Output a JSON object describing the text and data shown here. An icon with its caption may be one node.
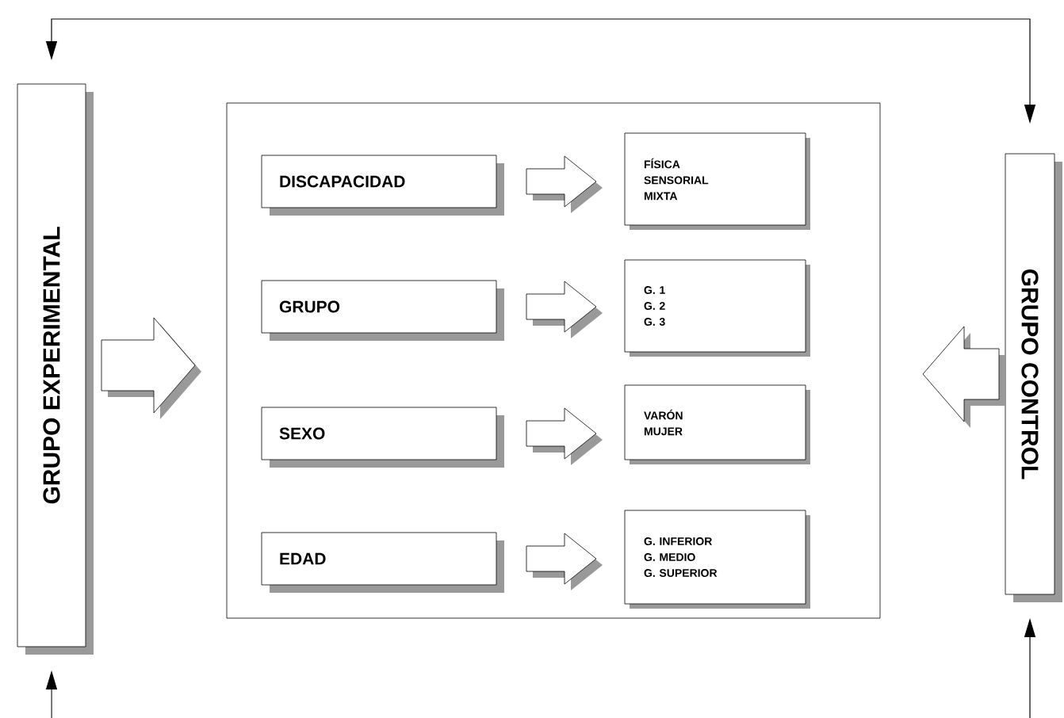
{
  "diagram": {
    "nodes": [
      {
        "text": [
          "GRUPO EXPERIMENTAL"
        ]
      },
      {
        "text": [],
        "shape": "box"
      },
      {
        "text": [
          "DISCAPACIDAD"
        ],
        "in": 1
      },
      {
        "text": [
          "FÍSICA",
          "SENSORIAL",
          "MIXTA"
        ],
        "in": 1
      },
      {
        "text": [
          "GRUPO"
        ],
        "in": 1
      },
      {
        "text": [
          "G. 1",
          "G. 2",
          "G. 3"
        ],
        "in": 1
      },
      {
        "text": [
          "SEXO"
        ],
        "in": 1
      },
      {
        "text": [
          "VARÓN",
          "MUJER"
        ],
        "in": 1
      },
      {
        "text": [
          "EDAD"
        ],
        "in": 1
      },
      {
        "text": [
          "G. INFERIOR",
          "G. MEDIO",
          "G. SUPERIOR"
        ],
        "in": 1
      },
      {
        "text": [
          "GRUPO CONTROL"
        ]
      }
    ],
    "edges": [
      {
        "from": 0,
        "to": 10,
        "arrow": "both"
      },
      {
        "from": null,
        "to": 0,
        "arrow": "to"
      },
      {
        "from": null,
        "to": 10,
        "arrow": "to"
      },
      {
        "from": 0,
        "to": 1,
        "arrow": "to"
      },
      {
        "from": 10,
        "to": 1,
        "arrow": "to"
      },
      {
        "from": 2,
        "to": 3,
        "arrow": "to"
      },
      {
        "from": 4,
        "to": 5,
        "arrow": "to"
      },
      {
        "from": 6,
        "to": 7,
        "arrow": "to"
      },
      {
        "from": 8,
        "to": 9,
        "arrow": "to"
      }
    ]
  }
}
